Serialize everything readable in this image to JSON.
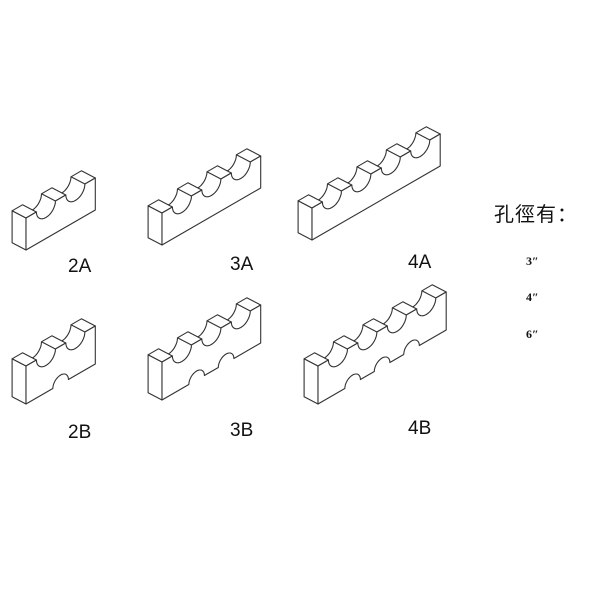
{
  "blocks": [
    {
      "label": "2A",
      "slots": 2,
      "type": "A"
    },
    {
      "label": "3A",
      "slots": 3,
      "type": "A"
    },
    {
      "label": "4A",
      "slots": 4,
      "type": "A"
    },
    {
      "label": "2B",
      "slots": 2,
      "type": "B"
    },
    {
      "label": "3B",
      "slots": 3,
      "type": "B"
    },
    {
      "label": "4B",
      "slots": 4,
      "type": "B"
    }
  ],
  "legend": {
    "title": "孔徑有：",
    "sizes": [
      "3″",
      "4″",
      "6″"
    ]
  },
  "colors": {
    "stroke": "#333333",
    "fill": "#ffffff"
  }
}
